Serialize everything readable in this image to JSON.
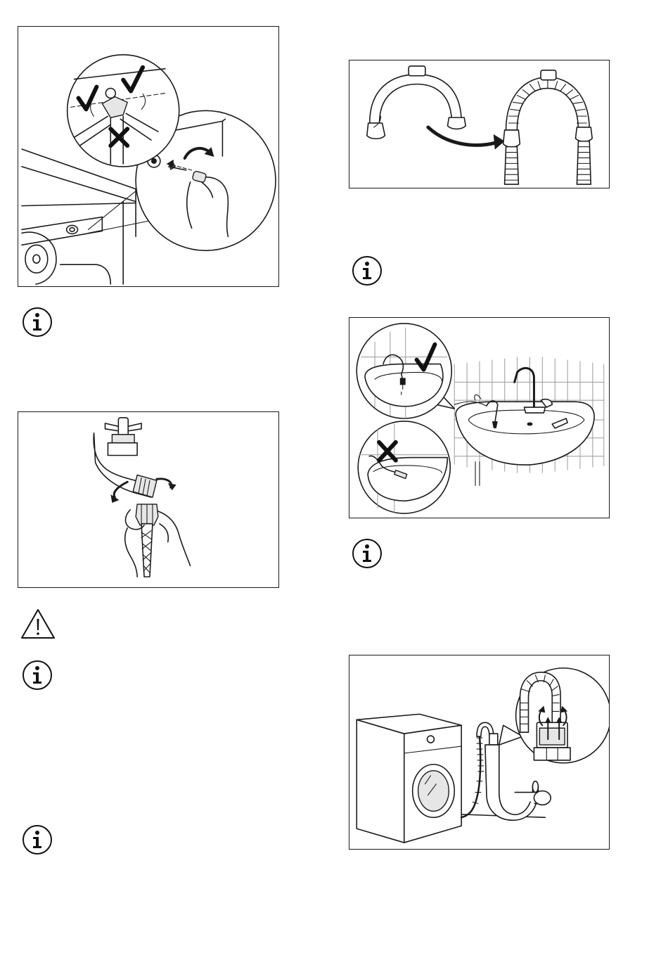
{
  "left_column": {
    "figure_1": {
      "name": "hose-angle-and-filter-figure"
    },
    "info_note_1": {
      "icon": "info-icon"
    },
    "figure_2": {
      "name": "tap-connection-figure"
    },
    "warning_note": {
      "icon": "warning-icon"
    },
    "info_note_2": {
      "icon": "info-icon"
    },
    "info_note_3": {
      "icon": "info-icon"
    }
  },
  "right_column": {
    "figure_3": {
      "name": "u-piece-hose-guide-figure"
    },
    "info_note_4": {
      "icon": "info-icon"
    },
    "figure_4": {
      "name": "sink-drain-position-figure"
    },
    "info_note_5": {
      "icon": "info-icon"
    },
    "figure_5": {
      "name": "standpipe-drain-figure"
    }
  },
  "colors": {
    "line": "#1a1a1a",
    "tile": "#9a9a9a",
    "fill_grey": "#e6e6e6",
    "background": "#ffffff"
  }
}
